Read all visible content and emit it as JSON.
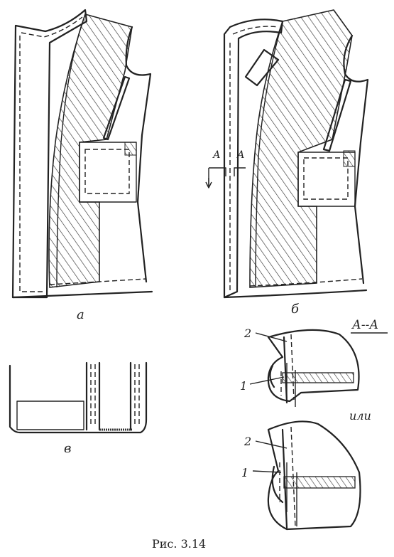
{
  "labels": {
    "a": "а",
    "b": "б",
    "v": "в",
    "section_marker": "А",
    "section_title": "А--А",
    "part_1": "1",
    "part_2": "2",
    "or_word": "или"
  },
  "caption": "Рис. 3.14"
}
